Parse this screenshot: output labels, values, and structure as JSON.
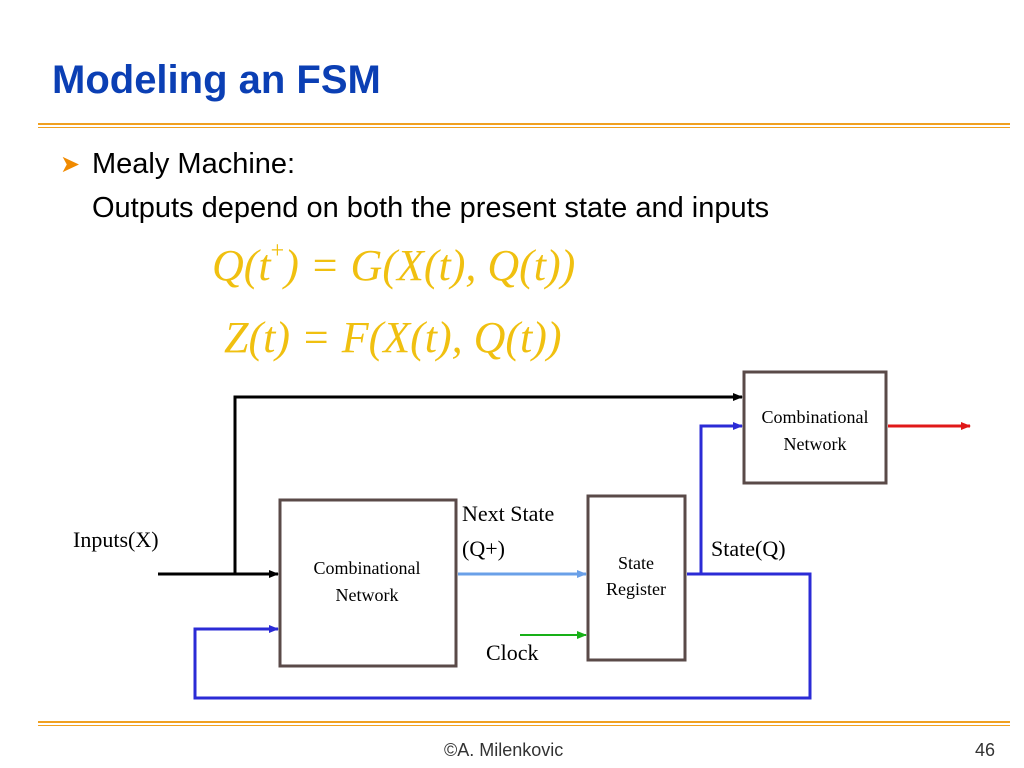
{
  "slide": {
    "title": "Modeling an FSM",
    "bullet": {
      "heading": "Mealy Machine:",
      "text": "Outputs depend on both the present state and inputs"
    },
    "equations": {
      "next_state_lhs": "Q(t",
      "next_state_sup": "+",
      "next_state_rhs": ") = G(X(t), Q(t))",
      "output": "Z(t) = F(X(t), Q(t))"
    }
  },
  "diagram": {
    "blocks": {
      "comb_network_input": "Combinational Network",
      "state_register": "State Register",
      "comb_network_output": "Combinational Network"
    },
    "labels": {
      "inputs": "Inputs(X)",
      "next_state_line1": "Next State",
      "next_state_line2": "(Q+)",
      "state": "State(Q)",
      "clock": "Clock"
    },
    "colors": {
      "feedback_wire": "#2b2bd6",
      "next_state_wire": "#6aa0e8",
      "clock_wire": "#18b018",
      "output_wire": "#e01818",
      "input_wire": "#000000"
    }
  },
  "footer": {
    "author": "©A. Milenkovic",
    "page_number": "46"
  }
}
